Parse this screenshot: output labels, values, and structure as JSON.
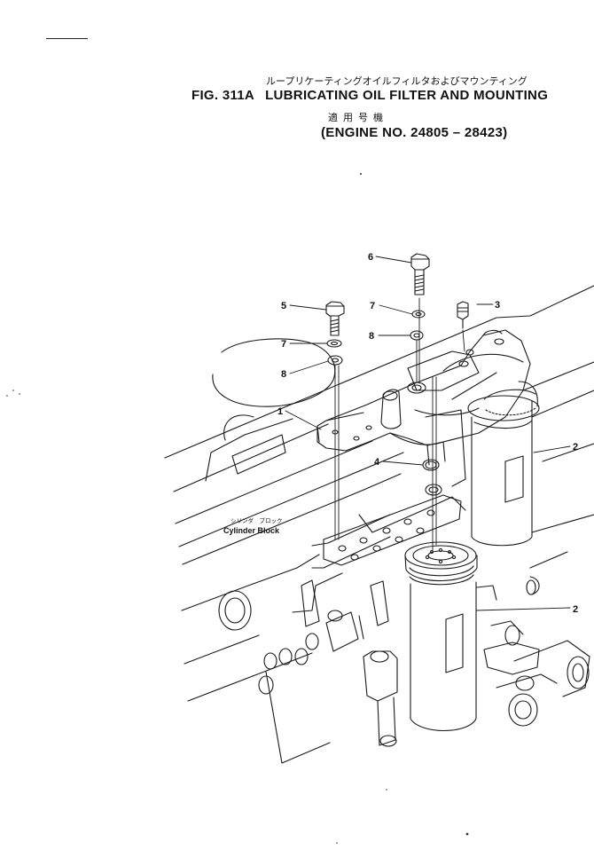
{
  "header": {
    "title_jp": "ループリケーティングオイルフィルタおよびマウンティング",
    "fig_no": "FIG. 311A",
    "title_en": "LUBRICATING OIL FILTER AND MOUNTING",
    "applicable_jp": "適用号機",
    "engine_range": "(ENGINE NO. 24805 – 28423)"
  },
  "callouts": {
    "c1": "1",
    "c2a": "2",
    "c2b": "2",
    "c3": "3",
    "c4": "4",
    "c5": "5",
    "c6": "6",
    "c7a": "7",
    "c7b": "7",
    "c8a": "8",
    "c8b": "8"
  },
  "block_caption": {
    "jp": "シリンダ　ブロック",
    "en": "Cylinder Block"
  }
}
